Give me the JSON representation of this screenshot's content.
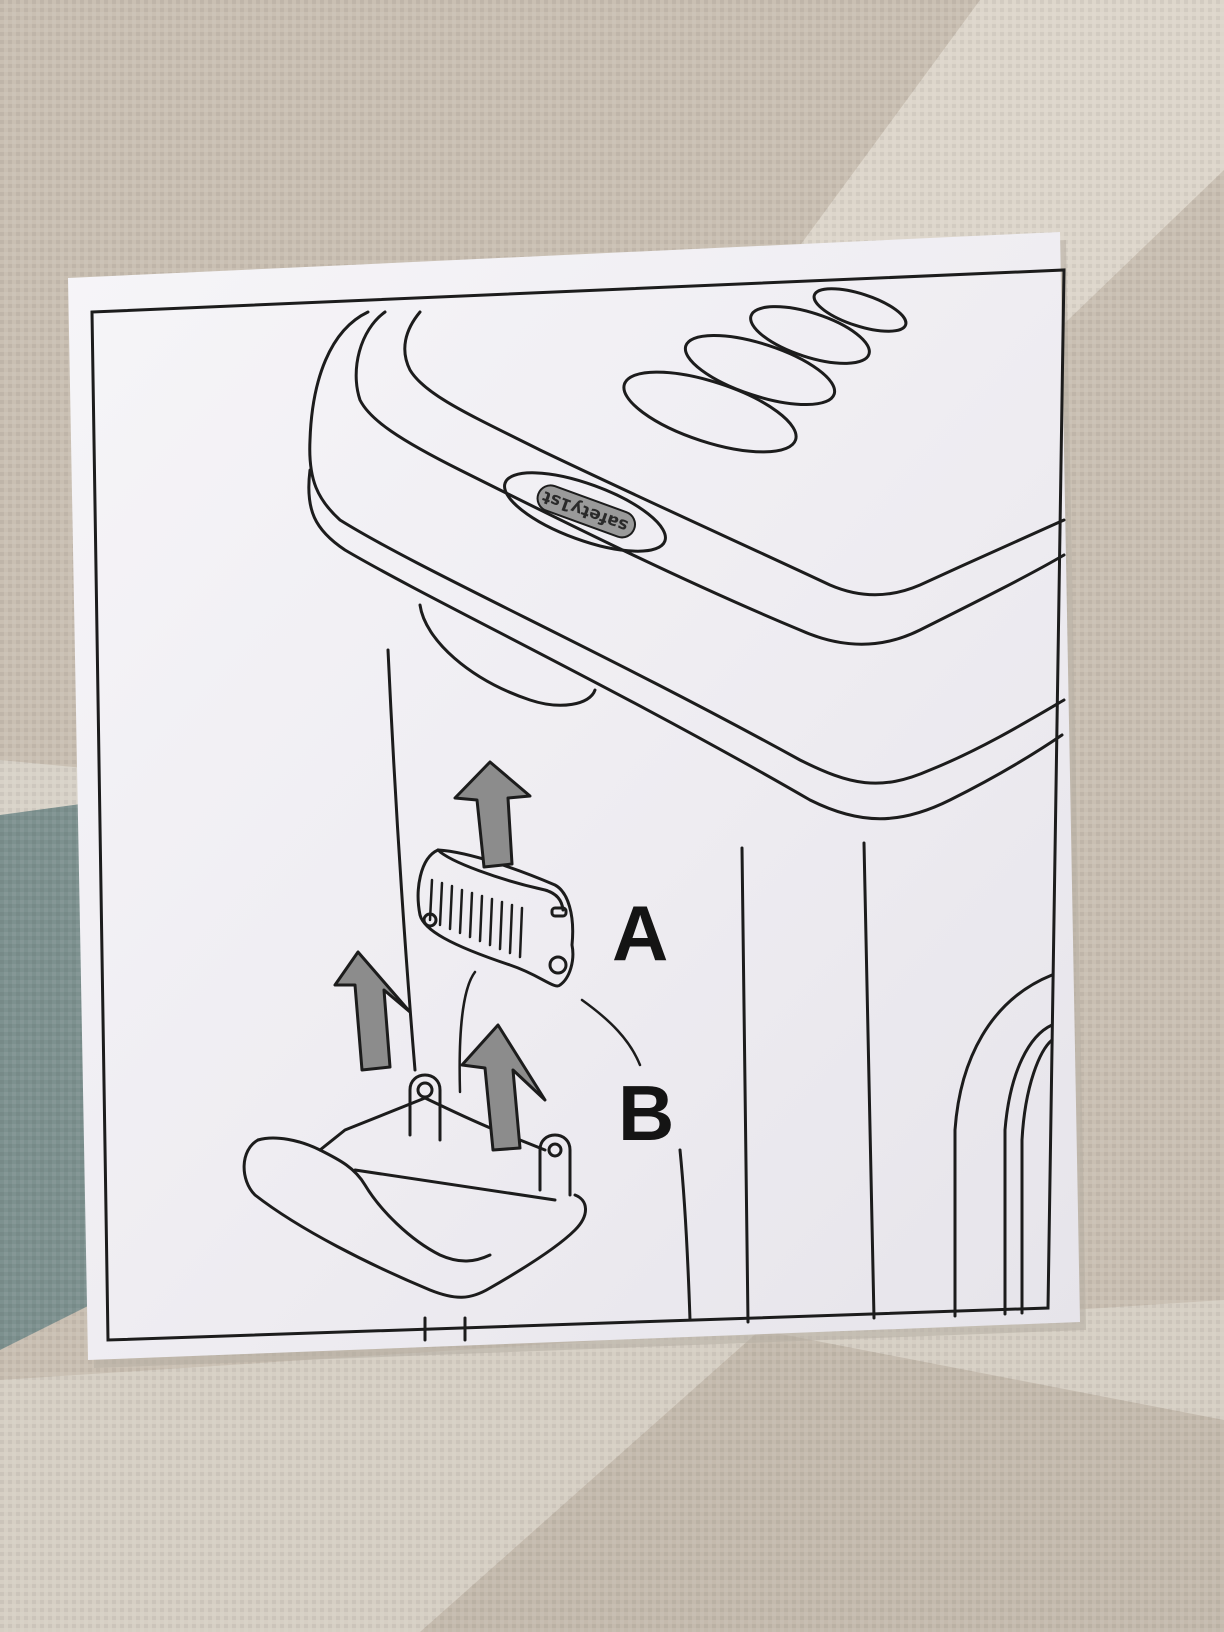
{
  "photo": {
    "background_colors": {
      "fabric_beige": "#c9bfb2",
      "fabric_light": "#ddd6cb",
      "fabric_teal": "#7d918f",
      "paper": "#f2f0f4",
      "ink": "#1c1c1c",
      "arrow_fill": "#8c8c8c"
    }
  },
  "instruction_sheet": {
    "callouts": {
      "a": "A",
      "b": "B"
    },
    "brand_logo_text": "safety1st",
    "arrow_direction": "up"
  }
}
